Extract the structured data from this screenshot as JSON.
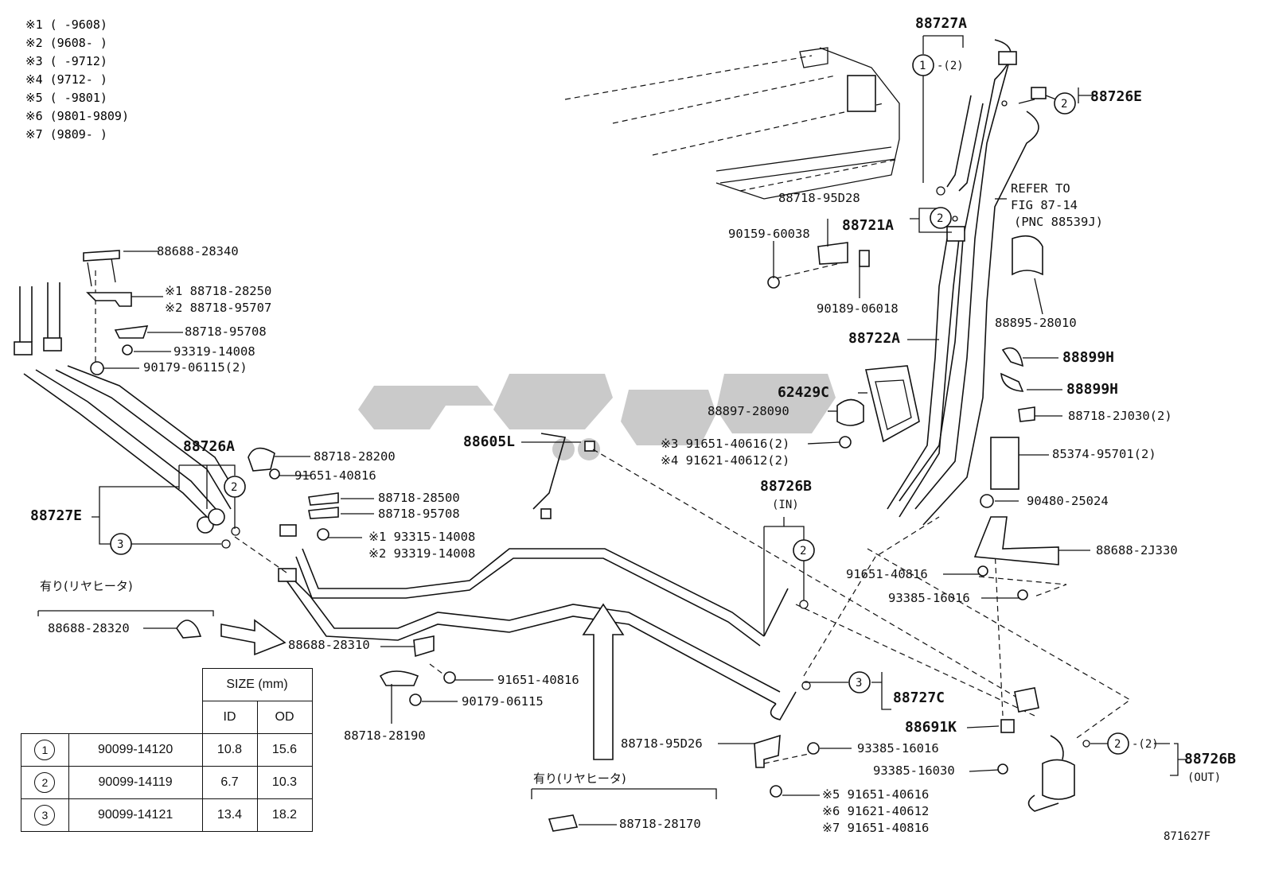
{
  "notes": [
    "※1 (     -9608)",
    "※2 (9608-     )",
    "※3 (     -9712)",
    "※4 (9712-     )",
    "※5 (     -9801)",
    "※6 (9801-9809)",
    "※7 (9809-     )"
  ],
  "labels": {
    "p88727A": "88727A",
    "circle1a": "1",
    "qty1a": "-(2)",
    "p88726E": "88726E",
    "circle2e": "2",
    "refer1": "REFER TO",
    "refer2": "FIG 87-14",
    "refer3": "(PNC 88539J)",
    "p88718_95D28": "88718-95D28",
    "p88721A": "88721A",
    "circle2b": "2",
    "p90159": "90159-60038",
    "p90189": "90189-06018",
    "p88895": "88895-28010",
    "p88722A": "88722A",
    "p88899H_1": "88899H",
    "p88899H_2": "88899H",
    "p88718_2J030": "88718-2J030(2)",
    "p85374": "85374-95701(2)",
    "p90480": "90480-25024",
    "p88688_2J330": "88688-2J330",
    "p91651_40816_r": "91651-40816",
    "p93385_16016_r": "93385-16016",
    "p62429C": "62429C",
    "p88897": "88897-28090",
    "p91651_40616_3": "※3 91651-40616(2)",
    "p91621_40612_4": "※4 91621-40612(2)",
    "p88605L": "88605L",
    "p88726B_in": "88726B",
    "in_label": "(IN)",
    "circle2c": "2",
    "p88688_28340": "88688-28340",
    "p88718_28250": "※1 88718-28250",
    "p88718_95707": "※2 88718-95707",
    "p88718_95708a": "88718-95708",
    "p93319_14008a": "93319-14008",
    "p90179_06115_2": "90179-06115(2)",
    "p88726A": "88726A",
    "circle2d": "2",
    "p88727E": "88727E",
    "circle3a": "3",
    "p88718_28200": "88718-28200",
    "p91651_40816a": "91651-40816",
    "p88718_28500": "88718-28500",
    "p88718_95708b": "88718-95708",
    "p93315_14008": "※1 93315-14008",
    "p93319_14008b": "※2 93319-14008",
    "rear_heater1": "有り(リヤヒータ)",
    "p88688_28320": "88688-28320",
    "p88688_28310": "88688-28310",
    "p91651_40816b": "91651-40816",
    "p90179_06115": "90179-06115",
    "p88718_28190": "88718-28190",
    "circle3b": "3",
    "p88727C": "88727C",
    "p88691K": "88691K",
    "p88718_95D26": "88718-95D26",
    "p93385_16016": "93385-16016",
    "p93385_16030": "93385-16030",
    "p91651_40616_5": "※5 91651-40616",
    "p91621_40612_6": "※6 91621-40612",
    "p91651_40816_7": "※7 91651-40816",
    "circle2f": "2",
    "qty2f": "-(2)",
    "p88726B_out": "88726B",
    "out_label": "(OUT)",
    "rear_heater2": "有り(リヤヒータ)",
    "p88718_28170": "88718-28170",
    "figure_no": "871627F"
  },
  "size_table": {
    "header": "SIZE (mm)",
    "id": "ID",
    "od": "OD",
    "rows": [
      {
        "ref": "1",
        "part": "90099-14120",
        "id": "10.8",
        "od": "15.6"
      },
      {
        "ref": "2",
        "part": "90099-14119",
        "id": "6.7",
        "od": "10.3"
      },
      {
        "ref": "3",
        "part": "90099-14121",
        "id": "13.4",
        "od": "18.2"
      }
    ]
  }
}
